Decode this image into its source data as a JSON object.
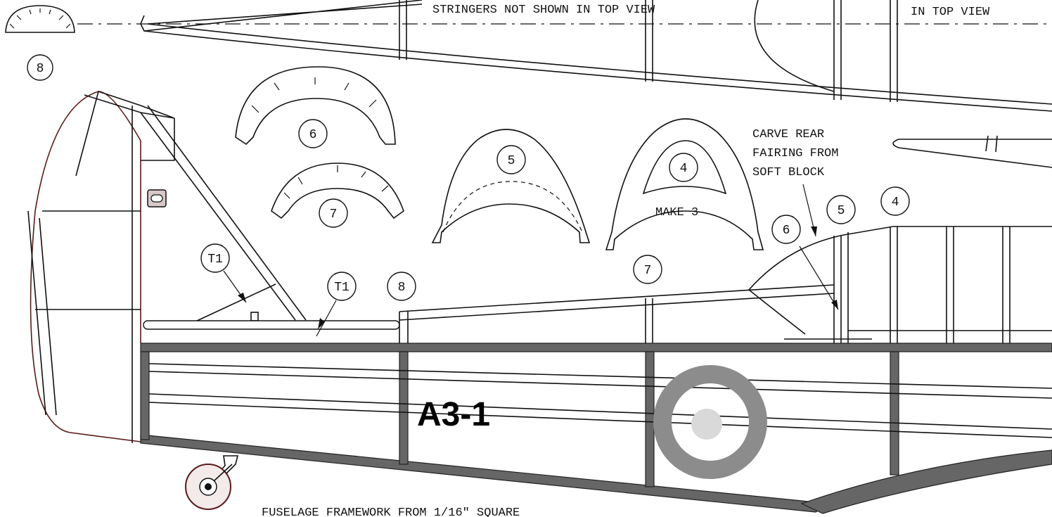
{
  "drawing": {
    "notes": {
      "stringers_top": "STRINGERS NOT SHOWN IN TOP VIEW",
      "top_view_right": "IN TOP VIEW",
      "carve_line1": "CARVE REAR",
      "carve_line2": "FAIRING FROM",
      "carve_line3": "SOFT BLOCK",
      "make_3": "MAKE 3",
      "framework": "FUSELAGE FRAMEWORK FROM 1/16\" SQUARE"
    },
    "registration": "A3-1",
    "part_labels": {
      "p8_top": "8",
      "p6": "6",
      "p7": "7",
      "p5": "5",
      "p4": "4",
      "t1_a": "T1",
      "t1_b": "T1",
      "p8_side": "8",
      "p7_side": "7",
      "p6_side": "6",
      "p5_side": "5",
      "p4_side": "4"
    },
    "colors": {
      "roundel_ring": "#8c8c8c",
      "roundel_center": "#d9d9d9",
      "longeron": "#666666",
      "outline": "#5a1a1a"
    }
  }
}
